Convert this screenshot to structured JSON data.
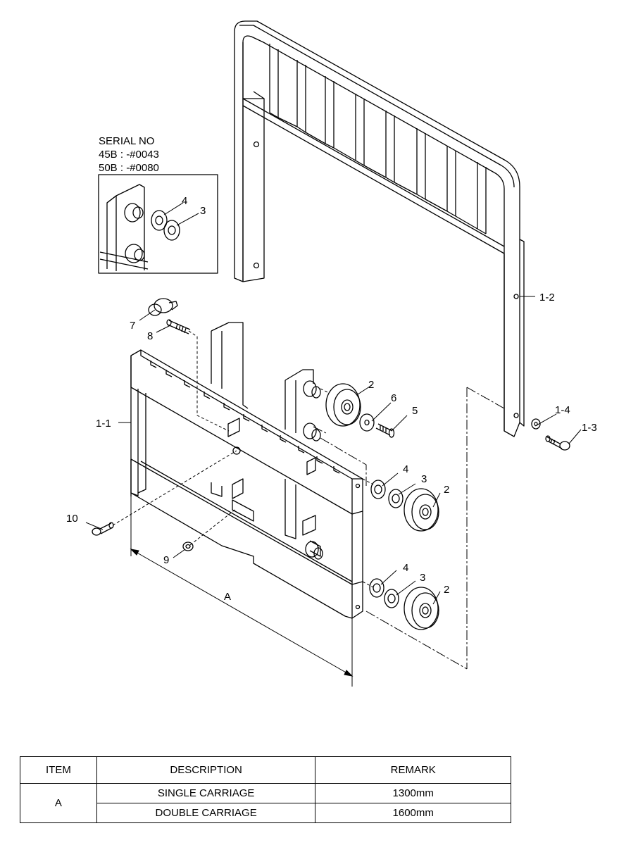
{
  "serial": {
    "title": "SERIAL NO",
    "line1": "45B : -#0043",
    "line2": "50B : -#0080"
  },
  "callouts": {
    "c1_1": "1-1",
    "c1_2": "1-2",
    "c1_3": "1-3",
    "c1_4": "1-4",
    "c2": "2",
    "c3": "3",
    "c4": "4",
    "c5": "5",
    "c6": "6",
    "c7": "7",
    "c8": "8",
    "c9": "9",
    "c10": "10",
    "dimA": "A"
  },
  "table": {
    "headers": [
      "ITEM",
      "DESCRIPTION",
      "REMARK"
    ],
    "item": "A",
    "rows": [
      {
        "description": "SINGLE CARRIAGE",
        "remark": "1300mm"
      },
      {
        "description": "DOUBLE CARRIAGE",
        "remark": "1600mm"
      }
    ]
  }
}
